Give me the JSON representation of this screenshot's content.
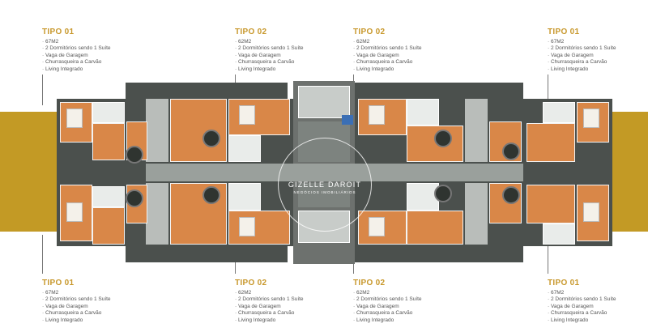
{
  "units": [
    {
      "title": "TIPO 01",
      "features": [
        "67M2",
        "2 Dormitórios sendo 1 Suíte",
        "Vaga de Garagem",
        "Churrasqueira a Carvão",
        "Living Integrado"
      ]
    },
    {
      "title": "TIPO 02",
      "features": [
        "62M2",
        "2 Dormitórios sendo 1 Suíte",
        "Vaga de Garagem",
        "Churrasqueira a Carvão",
        "Living Integrado"
      ]
    },
    {
      "title": "TIPO 02",
      "features": [
        "62M2",
        "2 Dormitórios sendo 1 Suíte",
        "Vaga de Garagem",
        "Churrasqueira a Carvão",
        "Living Integrado"
      ]
    },
    {
      "title": "TIPO 01",
      "features": [
        "67M2",
        "2 Dormitórios sendo 1 Suíte",
        "Vaga de Garagem",
        "Churrasqueira a Carvão",
        "Living Integrado"
      ]
    },
    {
      "title": "TIPO 01",
      "features": [
        "67M2",
        "2 Dormitórios sendo 1 Suíte",
        "Vaga de Garagem",
        "Churrasqueira a Carvão",
        "Living Integrado"
      ]
    },
    {
      "title": "TIPO 02",
      "features": [
        "62M2",
        "2 Dormitórios sendo 1 Suíte",
        "Vaga de Garagem",
        "Churrasqueira a Carvão",
        "Living Integrado"
      ]
    },
    {
      "title": "TIPO 02",
      "features": [
        "62M2",
        "2 Dormitórios sendo 1 Suíte",
        "Vaga de Garagem",
        "Churrasqueira a Carvão",
        "Living Integrado"
      ]
    },
    {
      "title": "TIPO 01",
      "features": [
        "67M2",
        "2 Dormitórios sendo 1 Suíte",
        "Vaga de Garagem",
        "Churrasqueira a Carvão",
        "Living Integrado"
      ]
    }
  ],
  "watermark": {
    "name": "GIZELLE DAROIT",
    "subtitle": "NEGÓCIOS IMOBILIÁRIOS"
  },
  "colors": {
    "band": "#c39a25",
    "title": "#c8982c"
  }
}
